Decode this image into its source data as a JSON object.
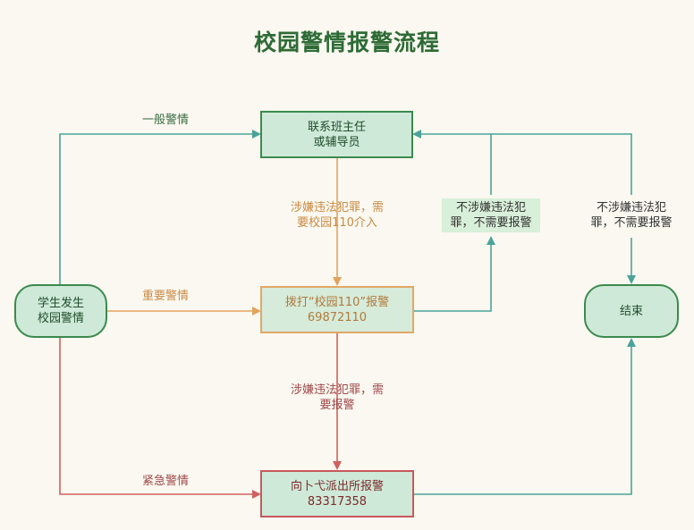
{
  "title": "校园警情报警流程",
  "nodes": {
    "start": [
      "学生发生",
      "校园警情"
    ],
    "contact": [
      "联系班主任",
      "或辅导员"
    ],
    "call110": [
      "拨打“校园110”报警",
      "69872110"
    ],
    "police": [
      "向卜弋派出所报警",
      "83317358"
    ],
    "end": [
      "结束"
    ]
  },
  "labels": {
    "general": [
      "一般警情"
    ],
    "serious": [
      "重要警情"
    ],
    "urgent": [
      "紧急警情"
    ],
    "need_110": [
      "涉嫌违法犯罪，需",
      "要校园110介入"
    ],
    "need_report": [
      "涉嫌违法犯罪，需",
      "要报警"
    ],
    "no_report_mid": [
      "不涉嫌违法犯",
      "罪，不需要报警"
    ],
    "no_report_right": [
      "不涉嫌违法犯",
      "罪，不需要报警"
    ]
  },
  "colors": {
    "teal": "#4aa39a",
    "orange": "#e3a35e",
    "red": "#d0605f",
    "green_border": "#3b8a4e"
  }
}
